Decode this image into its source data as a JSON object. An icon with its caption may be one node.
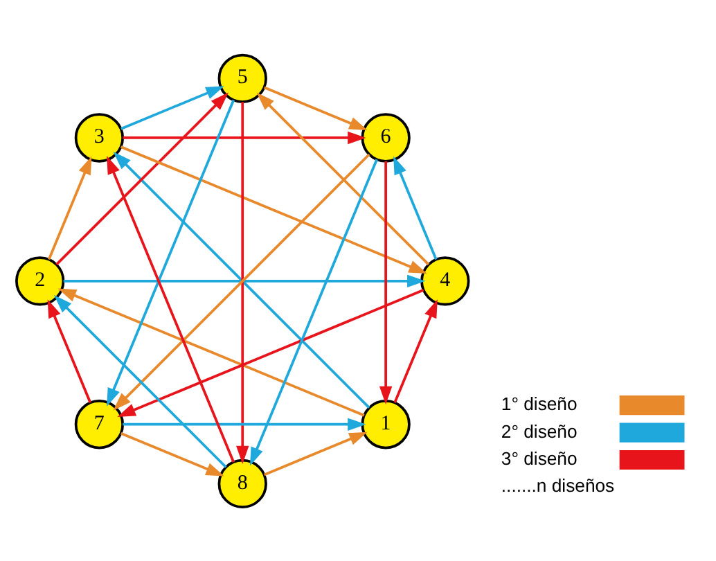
{
  "diagram": {
    "nodes": [
      {
        "text": [
          "1"
        ]
      },
      {
        "text": [
          "2"
        ]
      },
      {
        "text": [
          "3"
        ]
      },
      {
        "text": [
          "4"
        ]
      },
      {
        "text": [
          "5"
        ]
      },
      {
        "text": [
          "6"
        ]
      },
      {
        "text": [
          "7"
        ]
      },
      {
        "text": [
          "8"
        ]
      }
    ],
    "edges": [
      {
        "from": 0,
        "to": 1,
        "arrow": "to",
        "color": "#e8892b"
      },
      {
        "from": 1,
        "to": 2,
        "arrow": "to",
        "color": "#e8892b"
      },
      {
        "from": 2,
        "to": 3,
        "arrow": "to",
        "color": "#e8892b"
      },
      {
        "from": 3,
        "to": 4,
        "arrow": "to",
        "color": "#e8892b"
      },
      {
        "from": 4,
        "to": 5,
        "arrow": "to",
        "color": "#e8892b"
      },
      {
        "from": 5,
        "to": 6,
        "arrow": "to",
        "color": "#e8892b"
      },
      {
        "from": 6,
        "to": 7,
        "arrow": "to",
        "color": "#e8892b"
      },
      {
        "from": 7,
        "to": 0,
        "arrow": "to",
        "color": "#e8892b"
      },
      {
        "from": 0,
        "to": 2,
        "arrow": "to",
        "color": "#1fa8dc"
      },
      {
        "from": 2,
        "to": 4,
        "arrow": "to",
        "color": "#1fa8dc"
      },
      {
        "from": 4,
        "to": 6,
        "arrow": "to",
        "color": "#1fa8dc"
      },
      {
        "from": 6,
        "to": 0,
        "arrow": "to",
        "color": "#1fa8dc"
      },
      {
        "from": 1,
        "to": 3,
        "arrow": "to",
        "color": "#1fa8dc"
      },
      {
        "from": 3,
        "to": 5,
        "arrow": "to",
        "color": "#1fa8dc"
      },
      {
        "from": 5,
        "to": 7,
        "arrow": "to",
        "color": "#1fa8dc"
      },
      {
        "from": 7,
        "to": 1,
        "arrow": "to",
        "color": "#1fa8dc"
      },
      {
        "from": 0,
        "to": 3,
        "arrow": "to",
        "color": "#e8141b"
      },
      {
        "from": 3,
        "to": 6,
        "arrow": "to",
        "color": "#e8141b"
      },
      {
        "from": 6,
        "to": 1,
        "arrow": "to",
        "color": "#e8141b"
      },
      {
        "from": 1,
        "to": 4,
        "arrow": "to",
        "color": "#e8141b"
      },
      {
        "from": 4,
        "to": 7,
        "arrow": "to",
        "color": "#e8141b"
      },
      {
        "from": 7,
        "to": 2,
        "arrow": "to",
        "color": "#e8141b"
      },
      {
        "from": 2,
        "to": 5,
        "arrow": "to",
        "color": "#e8141b"
      },
      {
        "from": 5,
        "to": 0,
        "arrow": "to",
        "color": "#e8141b"
      }
    ],
    "legend": [
      {
        "text": "1° diseño",
        "color": "#e8892b"
      },
      {
        "text": "2° diseño",
        "color": "#1fa8dc"
      },
      {
        "text": "3° diseño",
        "color": "#e8141b"
      },
      {
        "text": ".......n diseños"
      }
    ]
  }
}
